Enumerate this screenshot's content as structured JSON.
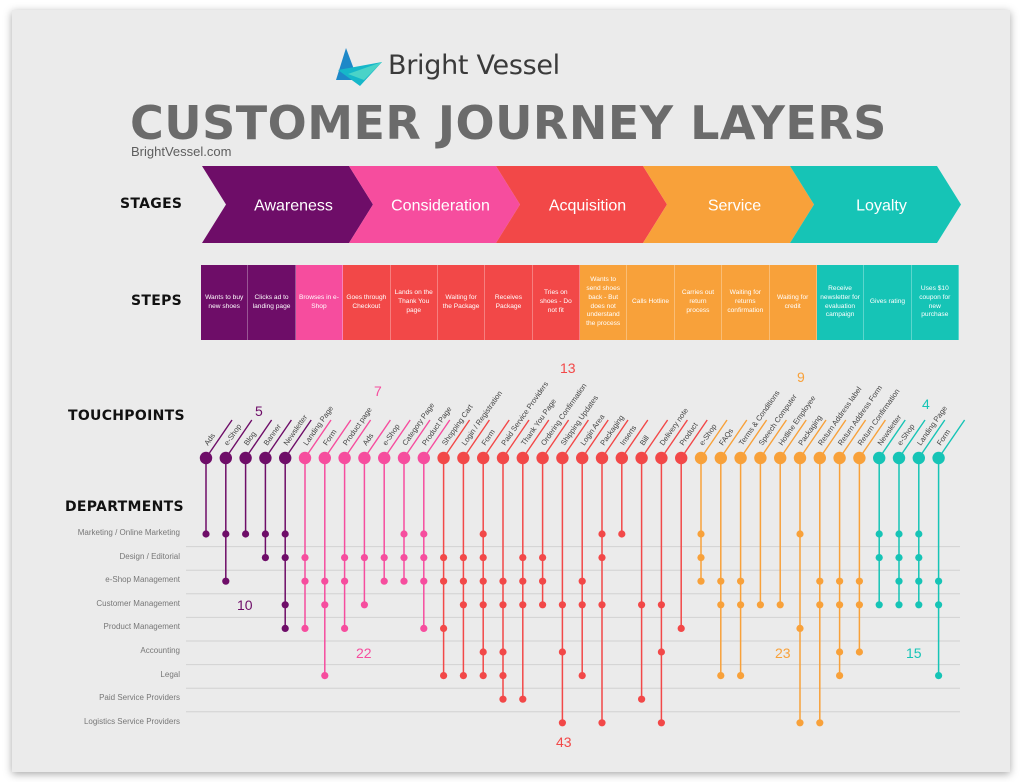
{
  "brand": {
    "name": "Bright Vessel"
  },
  "title": "CUSTOMER JOURNEY LAYERS",
  "url": "BrightVessel.com",
  "row_labels": {
    "stages": "STAGES",
    "steps": "STEPS",
    "touchpoints": "TOUCHPOINTS",
    "departments": "DEPARTMENTS"
  },
  "stages": [
    {
      "label": "Awareness",
      "color": "#6e0d68"
    },
    {
      "label": "Consideration",
      "color": "#f64d9e"
    },
    {
      "label": "Acquisition",
      "color": "#f24848"
    },
    {
      "label": "Service",
      "color": "#f8a13a"
    },
    {
      "label": "Loyalty",
      "color": "#16c4b6"
    }
  ],
  "steps": [
    {
      "label": "Wants to buy new shoes",
      "stage": 0
    },
    {
      "label": "Clicks ad to landing page",
      "stage": 0
    },
    {
      "label": "Browses in e-Shop",
      "stage": 1
    },
    {
      "label": "Goes through Checkout",
      "stage": 2
    },
    {
      "label": "Lands on the Thank You page",
      "stage": 2
    },
    {
      "label": "Waiting for the Package",
      "stage": 2
    },
    {
      "label": "Receives Package",
      "stage": 2
    },
    {
      "label": "Tries on shoes - Do not fit",
      "stage": 2
    },
    {
      "label": "Wants to send shoes back - But does not understand the process",
      "stage": 3
    },
    {
      "label": "Calls Hotline",
      "stage": 3
    },
    {
      "label": "Carries out return process",
      "stage": 3
    },
    {
      "label": "Waiting for returns confirmation",
      "stage": 3
    },
    {
      "label": "Waiting for credit",
      "stage": 3
    },
    {
      "label": "Receive newsletter for evaluation campaign",
      "stage": 4
    },
    {
      "label": "Gives rating",
      "stage": 4
    },
    {
      "label": "Uses $10 coupon for new purchase",
      "stage": 4
    }
  ],
  "departments": [
    "Marketing / Online Marketing",
    "Design / Editorial",
    "e-Shop Management",
    "Customer Management",
    "Product Management",
    "Accounting",
    "Legal",
    "Paid Service Providers",
    "Logistics Service Providers"
  ],
  "touchpoints": [
    {
      "label": "Ads",
      "stage": 0,
      "depts": [
        0
      ]
    },
    {
      "label": "e-Shop",
      "stage": 0,
      "depts": [
        0,
        2
      ]
    },
    {
      "label": "Blog",
      "stage": 0,
      "depts": [
        0
      ]
    },
    {
      "label": "Banner",
      "stage": 0,
      "depts": [
        0,
        1
      ]
    },
    {
      "label": "Newsletter",
      "stage": 0,
      "depts": [
        0,
        1,
        3,
        4
      ]
    },
    {
      "label": "Landing Page",
      "stage": 1,
      "depts": [
        1,
        2,
        4
      ]
    },
    {
      "label": "Form",
      "stage": 1,
      "depts": [
        2,
        3,
        6
      ]
    },
    {
      "label": "Product page",
      "stage": 1,
      "depts": [
        1,
        2,
        4
      ]
    },
    {
      "label": "Ads",
      "stage": 1,
      "depts": [
        1,
        3
      ]
    },
    {
      "label": "e-Shop",
      "stage": 1,
      "depts": [
        1,
        2
      ]
    },
    {
      "label": "Category Page",
      "stage": 1,
      "depts": [
        0,
        1,
        2
      ]
    },
    {
      "label": "Product Page",
      "stage": 1,
      "depts": [
        0,
        1,
        2,
        4
      ]
    },
    {
      "label": "Shopping Cart",
      "stage": 2,
      "depts": [
        1,
        2,
        4,
        6
      ]
    },
    {
      "label": "Login / Registration",
      "stage": 2,
      "depts": [
        1,
        2,
        3,
        6
      ]
    },
    {
      "label": "Form",
      "stage": 2,
      "depts": [
        0,
        1,
        2,
        3,
        5,
        6
      ]
    },
    {
      "label": "Paid Service Providers",
      "stage": 2,
      "depts": [
        2,
        3,
        5,
        6,
        7
      ]
    },
    {
      "label": "Thank You Page",
      "stage": 2,
      "depts": [
        1,
        2,
        3,
        7
      ]
    },
    {
      "label": "Ordering Confirmation",
      "stage": 2,
      "depts": [
        1,
        2,
        3
      ]
    },
    {
      "label": "Shipping Updates",
      "stage": 2,
      "depts": [
        3,
        5,
        8
      ]
    },
    {
      "label": "Login Area",
      "stage": 2,
      "depts": [
        2,
        3,
        6
      ]
    },
    {
      "label": "Packaging",
      "stage": 2,
      "depts": [
        0,
        1,
        3,
        8
      ]
    },
    {
      "label": "Inserts",
      "stage": 2,
      "depts": [
        0
      ]
    },
    {
      "label": "Bill",
      "stage": 2,
      "depts": [
        3,
        7
      ]
    },
    {
      "label": "Delivery note",
      "stage": 2,
      "depts": [
        3,
        5,
        8
      ]
    },
    {
      "label": "Product",
      "stage": 2,
      "depts": [
        4
      ]
    },
    {
      "label": "e-Shop",
      "stage": 3,
      "depts": [
        0,
        1,
        2
      ]
    },
    {
      "label": "FAQs",
      "stage": 3,
      "depts": [
        2,
        3,
        6
      ]
    },
    {
      "label": "Terms & Conditions",
      "stage": 3,
      "depts": [
        2,
        3,
        6
      ]
    },
    {
      "label": "Speech Computer",
      "stage": 3,
      "depts": [
        3
      ]
    },
    {
      "label": "Hotline Employee",
      "stage": 3,
      "depts": [
        3
      ]
    },
    {
      "label": "Packaging",
      "stage": 3,
      "depts": [
        0,
        4,
        8
      ]
    },
    {
      "label": "Return Address label",
      "stage": 3,
      "depts": [
        2,
        3,
        8
      ]
    },
    {
      "label": "Return Address Form",
      "stage": 3,
      "depts": [
        2,
        3,
        5,
        6
      ]
    },
    {
      "label": "Return Confirmation",
      "stage": 3,
      "depts": [
        2,
        3,
        5
      ]
    },
    {
      "label": "Newsletter",
      "stage": 4,
      "depts": [
        0,
        1,
        3
      ]
    },
    {
      "label": "e-Shop",
      "stage": 4,
      "depts": [
        0,
        1,
        2,
        3
      ]
    },
    {
      "label": "Landing Page",
      "stage": 4,
      "depts": [
        0,
        1,
        2,
        3
      ]
    },
    {
      "label": "Form",
      "stage": 4,
      "depts": [
        2,
        3,
        6
      ]
    }
  ],
  "touchpoint_counts": [
    "5",
    "7",
    "13",
    "9",
    "4"
  ],
  "department_counts": [
    "10",
    "22",
    "43",
    "23",
    "15"
  ]
}
